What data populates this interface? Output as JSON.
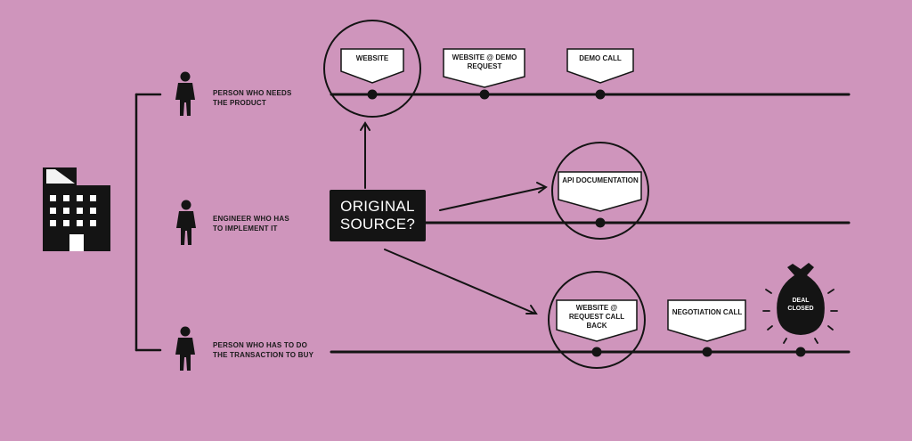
{
  "personas": [
    {
      "line1": "PERSON WHO NEEDS",
      "line2": "THE PRODUCT"
    },
    {
      "line1": "ENGINEER WHO HAS",
      "line2": "TO IMPLEMENT IT"
    },
    {
      "line1": "PERSON WHO HAS TO DO",
      "line2": "THE TRANSACTION TO BUY"
    }
  ],
  "source": {
    "line1": "ORIGINAL",
    "line2": "SOURCE?"
  },
  "touchpoints": {
    "website": "WEBSITE",
    "demo_request": "WEBSITE @ DEMO REQUEST",
    "demo_call": "DEMO CALL",
    "api_docs": "API DOCUMENTATION",
    "request_call_back": "WEBSITE @ REQUEST CALL BACK",
    "negotiation_call": "NEGOTIATION CALL"
  },
  "deal": {
    "line1": "DEAL",
    "line2": "CLOSED"
  },
  "icons": [
    "office-building-icon",
    "person-icon",
    "money-bag-icon"
  ],
  "colors": {
    "background": "#cf95bc",
    "ink": "#141414",
    "tag": "#ffffff"
  }
}
